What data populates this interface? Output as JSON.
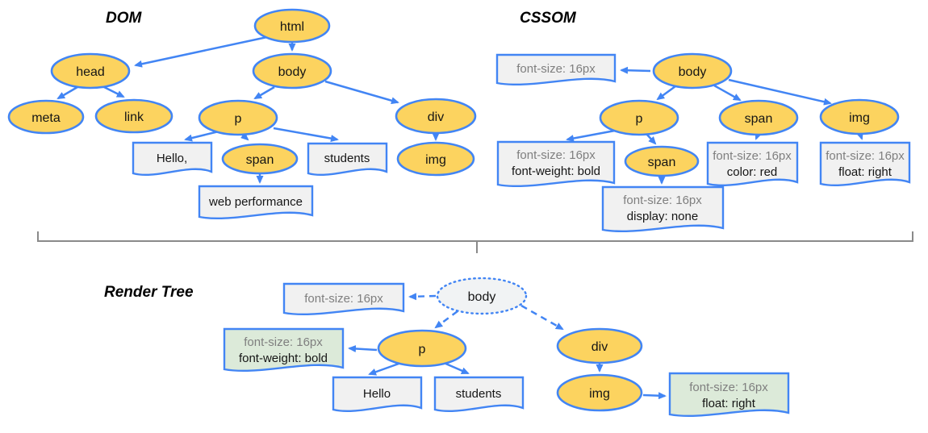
{
  "background": "#ffffff",
  "colors": {
    "node_fill": "#fcd35f",
    "stroke_blue": "#4285f4",
    "box_fill": "#f1f1f1",
    "green_box_fill": "#dcead9",
    "render_body_fill": "#f1f3f4",
    "gray_text": "#7f7f7f",
    "black_text": "#151515",
    "divider_gray": "#8a8a8a"
  },
  "sections": {
    "dom": {
      "title": "DOM",
      "nodes": {
        "html": "html",
        "head": "head",
        "body": "body",
        "meta": "meta",
        "link": "link",
        "p": "p",
        "div": "div",
        "span": "span",
        "img": "img"
      },
      "text_nodes": {
        "hello": "Hello,",
        "students": "students",
        "web_performance": "web performance"
      }
    },
    "cssom": {
      "title": "CSSOM",
      "nodes": {
        "body": "body",
        "p": "p",
        "span": "span",
        "img": "img",
        "span_child": "span"
      },
      "style_boxes": {
        "body": {
          "line1": "font-size: 16px"
        },
        "p": {
          "line1": "font-size: 16px",
          "line2": "font-weight: bold"
        },
        "span_child": {
          "line1": "font-size: 16px",
          "line2": "display: none"
        },
        "span": {
          "line1": "font-size: 16px",
          "line2": "color: red"
        },
        "img": {
          "line1": "font-size: 16px",
          "line2": "float: right"
        }
      }
    },
    "render_tree": {
      "title": "Render Tree",
      "nodes": {
        "body": "body",
        "p": "p",
        "div": "div",
        "img": "img"
      },
      "text_nodes": {
        "hello": "Hello",
        "students": "students"
      },
      "style_boxes": {
        "body": {
          "line1": "font-size: 16px"
        },
        "p": {
          "line1": "font-size: 16px",
          "line2": "font-weight: bold"
        },
        "img": {
          "line1": "font-size: 16px",
          "line2": "float: right"
        }
      }
    }
  }
}
